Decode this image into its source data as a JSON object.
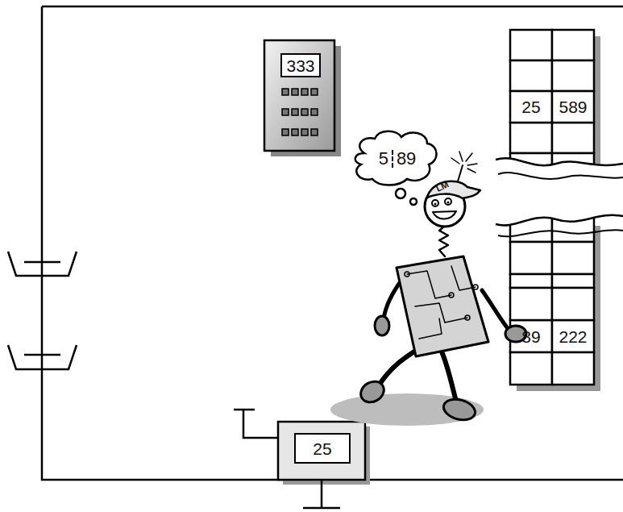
{
  "diagram": {
    "nodes": [
      {
        "text": [
          "333"
        ]
      },
      {
        "text": [
          "25"
        ]
      },
      {
        "text": [
          "589"
        ]
      },
      {
        "text": [
          "5",
          "89"
        ]
      },
      {
        "text": [
          "89"
        ]
      },
      {
        "text": [
          "222"
        ]
      },
      {
        "text": [
          "25"
        ]
      }
    ],
    "labels": [
      "LM"
    ]
  }
}
